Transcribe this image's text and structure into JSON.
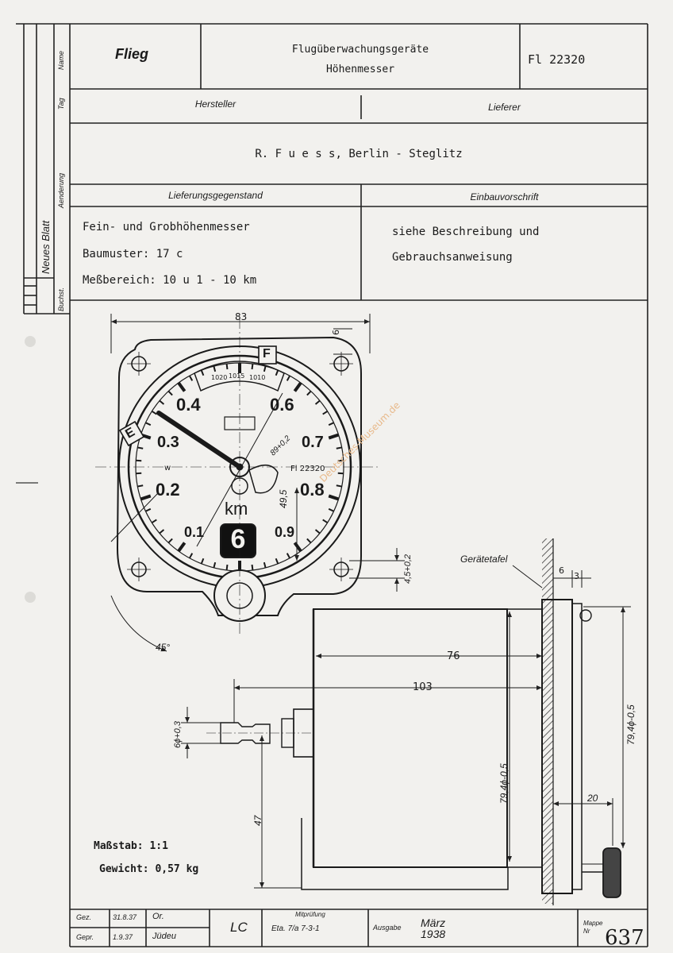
{
  "header": {
    "office": "Flieg",
    "title_line1": "Flugüberwachungsgeräte",
    "title_line2": "Höhenmesser",
    "doc_number": "Fl  22320"
  },
  "labels": {
    "hersteller": "Hersteller",
    "lieferer": "Lieferer",
    "lieferungsgegenstand": "Lieferungsgegenstand",
    "einbauvorschrift": "Einbauvorschrift"
  },
  "manufacturer": "R. F u e s s,  Berlin - Steglitz",
  "item": {
    "line1": "Fein- und Grobhöhenmesser",
    "line2": "Baumuster: 17 c",
    "line3": "Meßbereich: 10 u 1 - 10 km"
  },
  "installation": {
    "line1": "siehe Beschreibung und",
    "line2": "Gebrauchsanweisung"
  },
  "side_column": {
    "name": "Name",
    "tag": "Tag",
    "aenderung": "Aenderung",
    "buchst": "Buchst.",
    "handwritten": "Neues Blatt"
  },
  "drawing": {
    "dim_83": "83",
    "dim_6_top": "6",
    "dim_89": "89+0,2",
    "dim_49_5": "49,5",
    "dim_4_5": "4,5+0,2",
    "dim_45deg": "45°",
    "dim_76": "76",
    "dim_103": "103",
    "dim_6_phi": "6ϕ+0,3",
    "dim_47": "47",
    "dim_79_4_left": "79,4ϕ-0,5",
    "dim_79_4_right": "79,4ϕ-0,5",
    "dim_20": "20",
    "dim_6_right": "6",
    "dim_3_right": "3",
    "geraetetafel": "Gerätetafel",
    "dial_numbers": [
      "0.4",
      "0.6",
      "0.3",
      "0.7",
      "0.2",
      "0.8",
      "0.1",
      "0.9"
    ],
    "dial_unit": "km",
    "dial_center_digit": "6",
    "dial_baro": [
      "1020",
      "1015",
      "1010"
    ],
    "dial_label_F": "F",
    "dial_label_E": "E",
    "dial_code": "Fl 22320",
    "dial_w": "w",
    "watermark": "Deutsches-Museum.de"
  },
  "scale": {
    "massstab": "Maßstab: 1:1",
    "gewicht": "Gewicht: 0,57 kg"
  },
  "footer": {
    "gez_label": "Gez.",
    "gez_date": "31.8.37",
    "gez_sig": "Or.",
    "gepr_label": "Gepr.",
    "gepr_date": "1.9.37",
    "gepr_sig": "Jüdeu",
    "lc": "LC",
    "mitpruefung_label": "Mitprüfung",
    "mitpruefung_value": "Eta. 7/a 7-3-1",
    "ausgabe_label": "Ausgabe",
    "ausgabe_value": "März 1938",
    "mappe_label": "Mappe Nr",
    "mappe_value": "637"
  }
}
